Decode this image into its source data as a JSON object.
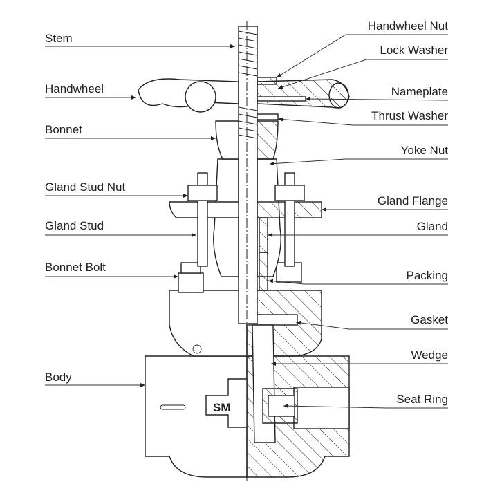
{
  "diagram": {
    "left_labels": {
      "stem": "Stem",
      "handwheel": "Handwheel",
      "bonnet": "Bonnet",
      "gland_stud_nut": "Gland Stud Nut",
      "gland_stud": "Gland Stud",
      "bonnet_bolt": "Bonnet Bolt",
      "body": "Body"
    },
    "right_labels": {
      "handwheel_nut": "Handwheel Nut",
      "lock_washer": "Lock Washer",
      "nameplate": "Nameplate",
      "thrust_washer": "Thrust Washer",
      "yoke_nut": "Yoke Nut",
      "gland_flange": "Gland Flange",
      "gland": "Gland",
      "packing": "Packing",
      "gasket": "Gasket",
      "wedge": "Wedge",
      "seat_ring": "Seat Ring"
    },
    "body_logo": "SM"
  }
}
